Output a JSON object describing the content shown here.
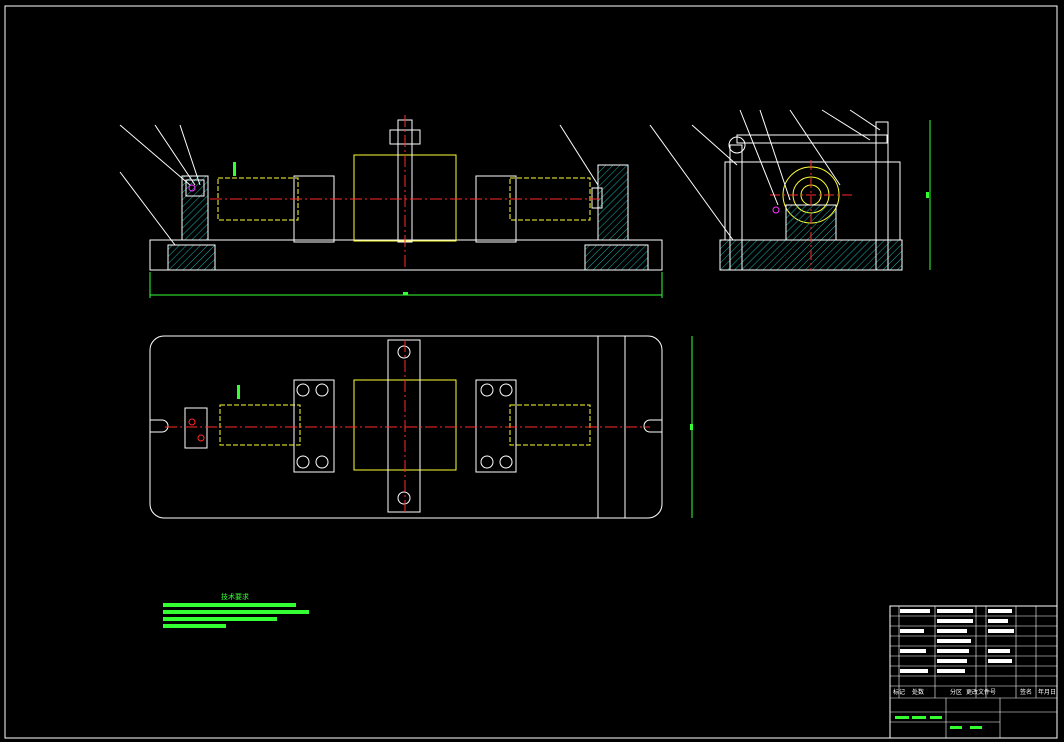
{
  "drawing": {
    "background": "#000000",
    "line_colors": {
      "frame": "#ffffff",
      "part": "#ffffff",
      "shaft": "#ffff33",
      "centerline": "#ff2a2a",
      "dimension": "#33ff33",
      "hatch": "#18b0b0",
      "bolt_tag": "#ff33ff"
    },
    "technical_note_title": "技术要求",
    "title_block": {
      "labels": [
        "标记",
        "处数",
        "分区",
        "更改文件号",
        "签名",
        "年月日"
      ]
    }
  }
}
